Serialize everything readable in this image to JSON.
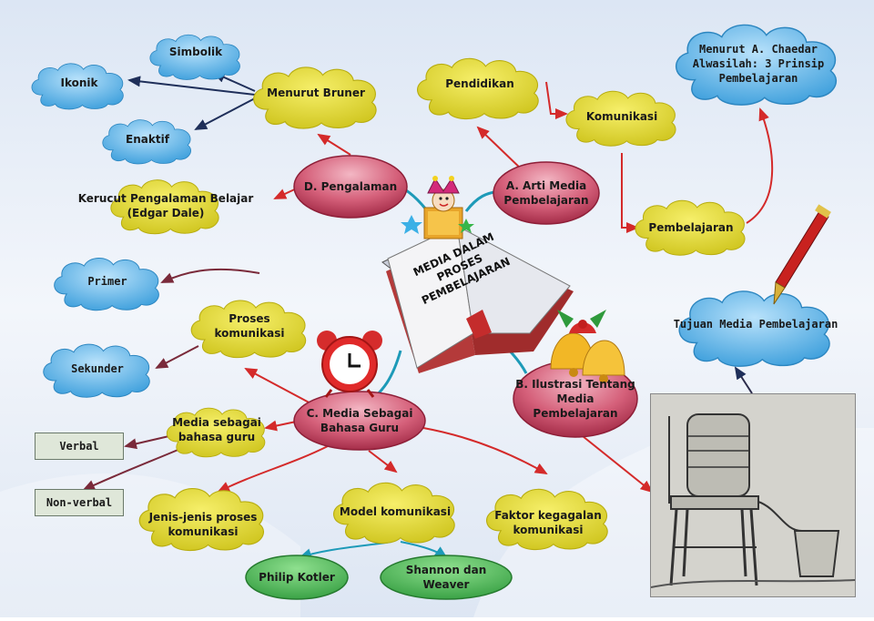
{
  "center_title": "MEDIA DALAM\nPROSES\nPEMBELAJARAN",
  "branches": {
    "a": "A. Arti Media\nPembelajaran",
    "b": "B. Ilustrasi Tentang\nMedia Pembelajaran",
    "c": "C. Media Sebagai\nBahasa Guru",
    "d": "D. Pengalaman"
  },
  "nodes": {
    "menurut_bruner": "Menurut Bruner",
    "simbolik": "Simbolik",
    "ikonik": "Ikonik",
    "enaktif": "Enaktif",
    "kerucut": "Kerucut Pengalaman Belajar\n(Edgar Dale)",
    "pendidikan": "Pendidikan",
    "komunikasi": "Komunikasi",
    "pembelajaran": "Pembelajaran",
    "chaedar": "Menurut A. Chaedar\nAlwasilah: 3 Prinsip\nPembelajaran",
    "tujuan": "Tujuan Media Pembelajaran",
    "proses_komunikasi": "Proses komunikasi",
    "primer": "Primer",
    "sekunder": "Sekunder",
    "media_bahasa": "Media sebagai\nbahasa guru",
    "verbal": "Verbal",
    "non_verbal": "Non-verbal",
    "jenis": "Jenis-jenis proses\nkomunikasi",
    "model": "Model komunikasi",
    "faktor": "Faktor kegagalan\nkomunikasi",
    "kotler": "Philip Kotler",
    "shannon": "Shannon dan Weaver"
  },
  "colors": {
    "background": "#e8eef7",
    "yellow_cloud": "#e6de3a",
    "blue_cloud": "#5ab2e8",
    "pink_branch": "#c23a55",
    "green_oval": "#3fae4a",
    "red_arrow": "#d42a2a",
    "navy_arrow": "#1f2f5a",
    "maroon_arrow": "#7a2a3a"
  },
  "icons": [
    "book-icon",
    "jester-toy-icon",
    "alarm-clock-icon",
    "bells-icon",
    "fountain-pen-icon",
    "water-filter-photo"
  ]
}
